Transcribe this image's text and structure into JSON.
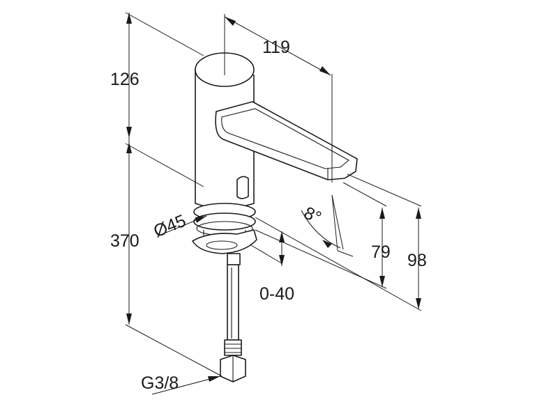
{
  "dimensions": {
    "top_height": "126",
    "spout_length": "119",
    "body_height": "370",
    "diameter": "Ø45",
    "adjust_range": "0-40",
    "angle": "8°",
    "spout_height": "79",
    "total_height": "98",
    "thread": "G3/8"
  }
}
